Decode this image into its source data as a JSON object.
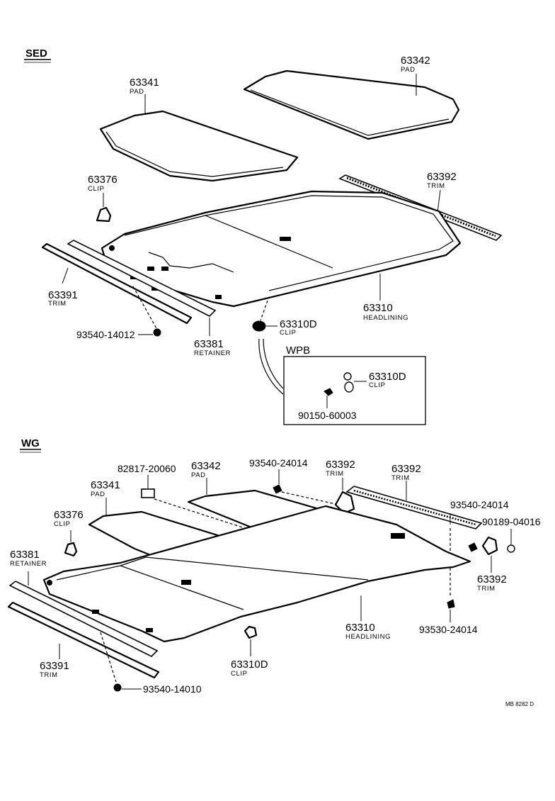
{
  "sections": {
    "sed": "SED",
    "wg": "WG",
    "wpb": "WPB"
  },
  "sed": {
    "pad_63341": {
      "num": "63341",
      "name": "PAD"
    },
    "pad_63342": {
      "num": "63342",
      "name": "PAD"
    },
    "clip_63376": {
      "num": "63376",
      "name": "CLIP"
    },
    "trim_63392": {
      "num": "63392",
      "name": "TRIM"
    },
    "trim_63391": {
      "num": "63391",
      "name": "TRIM"
    },
    "headlining_63310": {
      "num": "63310",
      "name": "HEADLINING"
    },
    "clip_63310d": {
      "num": "63310D",
      "name": "CLIP"
    },
    "bolt_93540_14012": {
      "num": "93540-14012"
    },
    "retainer_63381": {
      "num": "63381",
      "name": "RETAINER"
    }
  },
  "wpb": {
    "clip_63310d": {
      "num": "63310D",
      "name": "CLIP"
    },
    "screw_90150_60003": {
      "num": "90150-60003"
    }
  },
  "wg": {
    "part_82817_20060": {
      "num": "82817-20060"
    },
    "pad_63342": {
      "num": "63342",
      "name": "PAD"
    },
    "bolt_93540_24014_top": {
      "num": "93540-24014"
    },
    "trim_63392_a": {
      "num": "63392",
      "name": "TRIM"
    },
    "trim_63392_b": {
      "num": "63392",
      "name": "TRIM"
    },
    "pad_63341": {
      "num": "63341",
      "name": "PAD"
    },
    "clip_63376": {
      "num": "63376",
      "name": "CLIP"
    },
    "bolt_93540_24014_right": {
      "num": "93540-24014"
    },
    "screw_90189_04016": {
      "num": "90189-04016"
    },
    "retainer_63381": {
      "num": "63381",
      "name": "RETAINER"
    },
    "trim_63392_c": {
      "num": "63392",
      "name": "TRIM"
    },
    "headlining_63310": {
      "num": "63310",
      "name": "HEADLINING"
    },
    "bolt_93530_24014": {
      "num": "93530-24014"
    },
    "trim_63391": {
      "num": "63391",
      "name": "TRIM"
    },
    "clip_63310d": {
      "num": "63310D",
      "name": "CLIP"
    },
    "bolt_93540_14010": {
      "num": "93540-14010"
    }
  },
  "footer_code": "MB 8282 D"
}
